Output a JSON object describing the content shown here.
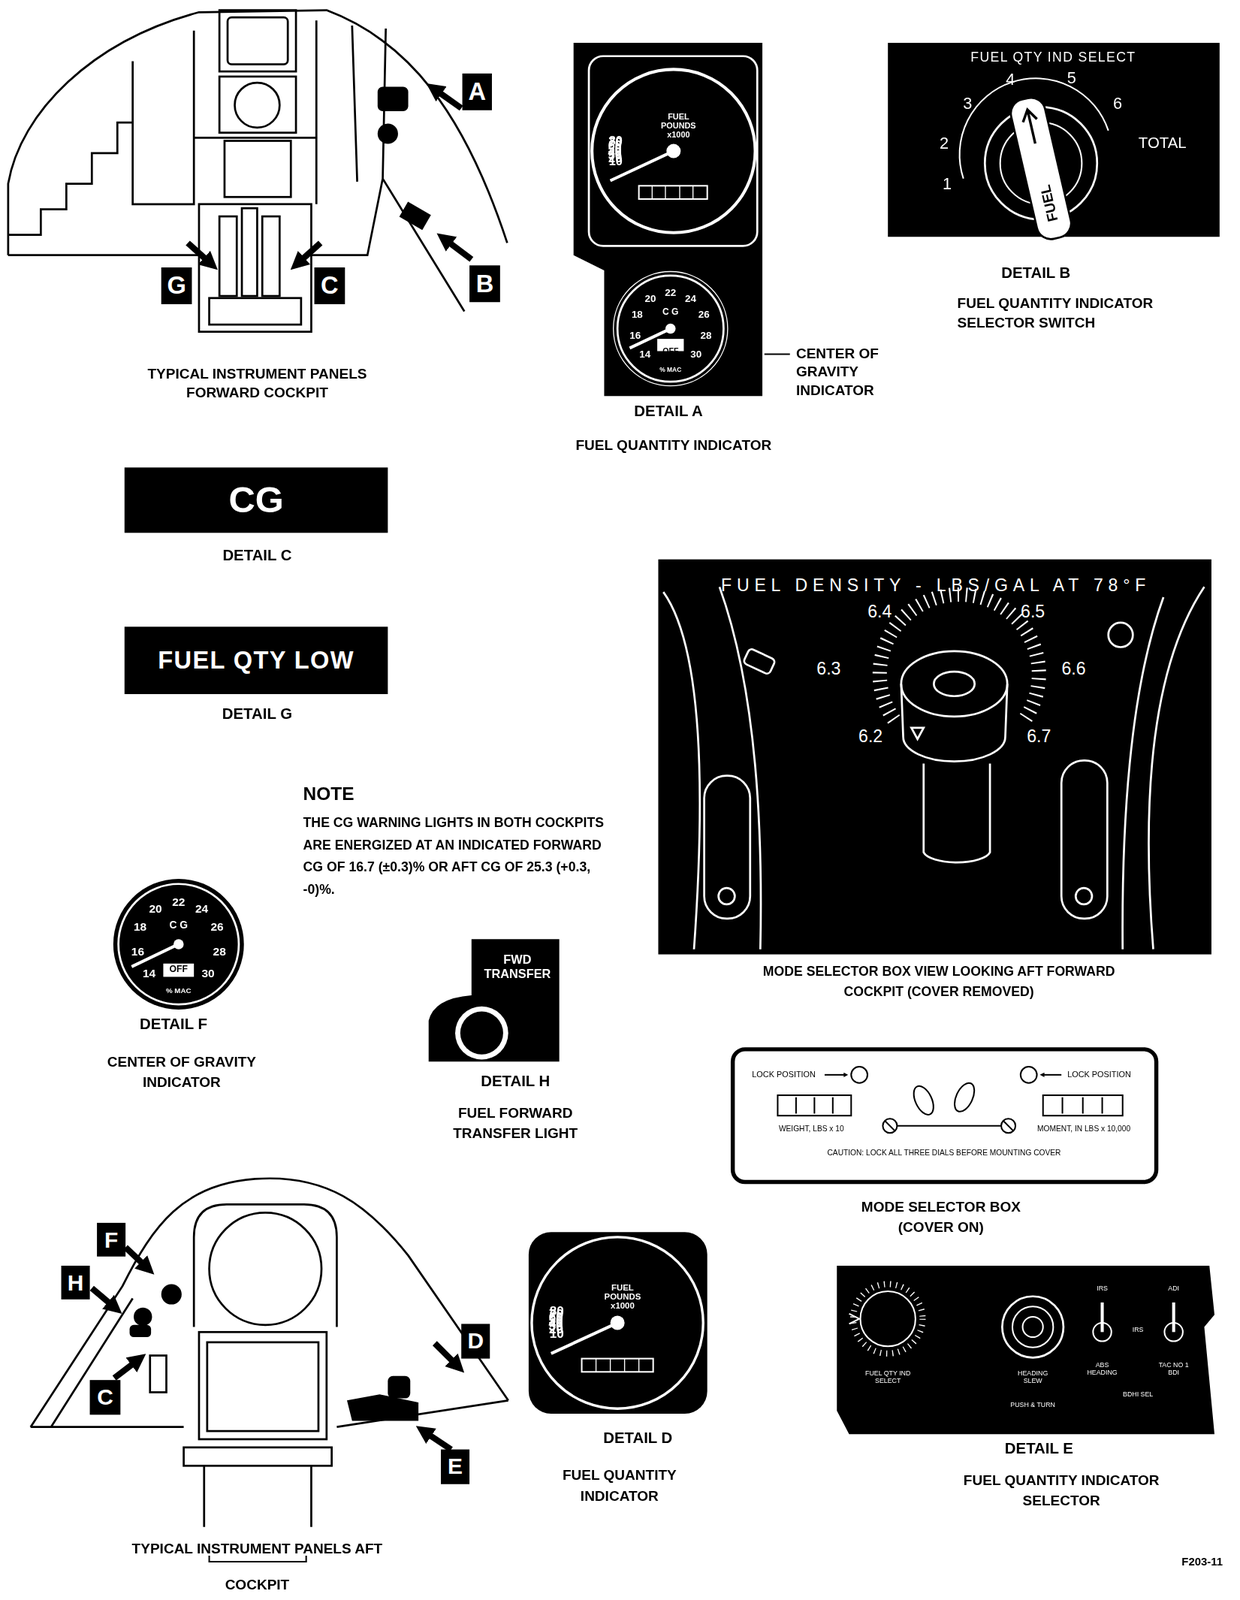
{
  "diagram": {
    "nodes": [
      {
        "text": [
          "A"
        ]
      },
      {
        "text": [
          "B"
        ]
      },
      {
        "text": [
          "G"
        ]
      },
      {
        "text": [
          "C"
        ]
      },
      {
        "text": [
          "10",
          "20",
          "30",
          "40",
          "50",
          "60",
          "70",
          "80",
          "FUEL POUNDS x1000"
        ]
      },
      {
        "text": [
          "14",
          "16",
          "18",
          "20",
          "22",
          "24",
          "26",
          "28",
          "30",
          "C G",
          "OFF",
          "% MAC"
        ]
      },
      {
        "text": [
          "FUEL QTY IND SELECT",
          "1",
          "2",
          "3",
          "4",
          "5",
          "6",
          "TOTAL",
          "FUEL"
        ]
      },
      {
        "text": [
          "CG"
        ]
      },
      {
        "text": [
          "FUEL QTY LOW"
        ]
      },
      {
        "text": [
          "14",
          "16",
          "18",
          "20",
          "22",
          "24",
          "26",
          "28",
          "30",
          "C G",
          "OFF",
          "% MAC"
        ]
      },
      {
        "text": [
          "FWD TRANSFER"
        ]
      },
      {
        "text": [
          "FUEL DENSITY - LBS/GAL AT 78°F",
          "6.4",
          "6.5",
          "6.3",
          "6.6",
          "6.2",
          "6.7"
        ]
      },
      {
        "text": [
          "LOCK POSITION",
          "LOCK POSITION",
          "WEIGHT, LBS x 10",
          "MOMENT, IN LBS x 10,000",
          "CAUTION: LOCK ALL THREE DIALS BEFORE MOUNTING COVER"
        ]
      },
      {
        "text": [
          "10",
          "20",
          "30",
          "40",
          "50",
          "60",
          "70",
          "80",
          "FUEL POUNDS x1000"
        ]
      },
      {
        "text": [
          "FUEL QTY IND SELECT",
          "HEADING SLEW",
          "PUSH & TURN",
          "IRS",
          "ADI",
          "IRS",
          "ABS HEADING",
          "TAC NO 1 BDI",
          "BDHI SEL"
        ]
      },
      {
        "text": [
          "F"
        ]
      },
      {
        "text": [
          "H"
        ]
      },
      {
        "text": [
          "C"
        ]
      },
      {
        "text": [
          "D"
        ]
      },
      {
        "text": [
          "E"
        ]
      }
    ],
    "labels": [
      "TYPICAL INSTRUMENT PANELS FORWARD COCKPIT",
      "CENTER OF GRAVITY INDICATOR",
      "DETAIL A",
      "FUEL QUANTITY INDICATOR",
      "DETAIL B",
      "FUEL QUANTITY INDICATOR SELECTOR SWITCH",
      "DETAIL C",
      "DETAIL G",
      "NOTE",
      "THE CG WARNING LIGHTS IN BOTH COCKPITS ARE ENERGIZED AT AN INDICATED FORWARD CG OF 16.7 (±0.3)% OR AFT CG OF 25.3 (+0.3, -0)%.",
      "DETAIL F",
      "CENTER OF GRAVITY INDICATOR",
      "DETAIL H",
      "FUEL FORWARD TRANSFER LIGHT",
      "MODE SELECTOR BOX VIEW LOOKING AFT FORWARD COCKPIT (COVER REMOVED)",
      "MODE SELECTOR BOX (COVER ON)",
      "TYPICAL INSTRUMENT PANELS AFT COCKPIT",
      "DETAIL D",
      "FUEL QUANTITY INDICATOR",
      "DETAIL E",
      "FUEL QUANTITY INDICATOR SELECTOR",
      "F203-11"
    ]
  }
}
